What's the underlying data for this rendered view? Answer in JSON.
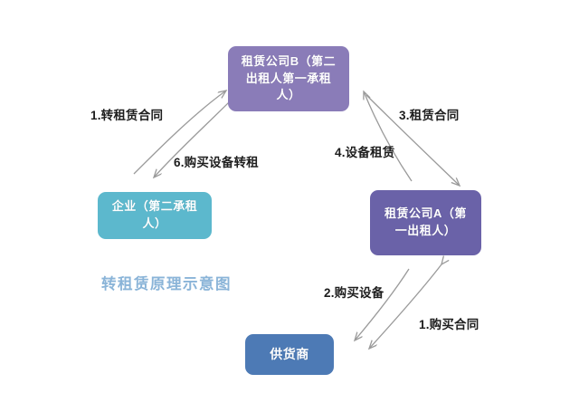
{
  "diagram": {
    "title": "转租赁原理示意图",
    "title_color": "#8ab4d8",
    "background": "#ffffff"
  },
  "nodes": [
    {
      "id": "lessor-b",
      "label": "租赁公司B（第二出租人第一承租人）",
      "color": "#8a7cb8"
    },
    {
      "id": "enterprise",
      "label": "企业（第二承租人）",
      "color": "#5cb8cd"
    },
    {
      "id": "lessor-a",
      "label": "租赁公司A（第一出租人）",
      "color": "#6a62a8"
    },
    {
      "id": "supplier",
      "label": "供货商",
      "color": "#4d7ab5"
    }
  ],
  "edges": [
    {
      "id": "edge-1-sublease-contract",
      "label": "1.转租赁合同"
    },
    {
      "id": "edge-6-buy-equipment-sublease",
      "label": "6.购买设备转租"
    },
    {
      "id": "edge-3-lease-contract",
      "label": "3.租赁合同"
    },
    {
      "id": "edge-4-equipment-lease",
      "label": "4.设备租赁"
    },
    {
      "id": "edge-2-purchase-equipment",
      "label": "2.购买设备"
    },
    {
      "id": "edge-1-purchase-contract",
      "label": "1.购买合同"
    }
  ],
  "arrow_color": "#9a9a9a"
}
